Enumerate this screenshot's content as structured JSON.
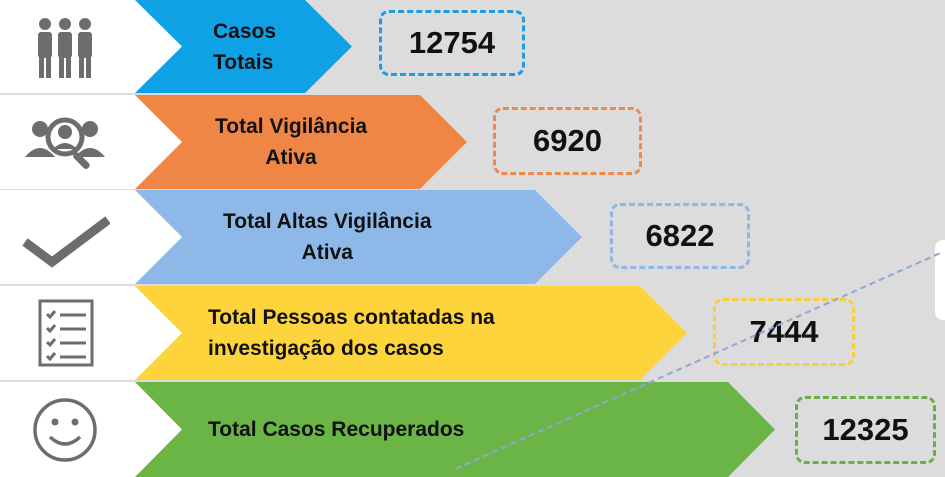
{
  "rows": [
    {
      "label_lines": [
        "Casos",
        "Totais"
      ],
      "value": "12754",
      "color": "#0ea1e6",
      "border": "#1f9be0",
      "icon": "people-group-icon"
    },
    {
      "label_lines": [
        "Total Vigilância",
        "Ativa"
      ],
      "value": "6920",
      "color": "#ef8646",
      "border": "#ec8a4c",
      "icon": "person-search-icon"
    },
    {
      "label_lines": [
        "Total Altas Vigilância",
        "Ativa"
      ],
      "value": "6822",
      "color": "#8db8e8",
      "border": "#8fb7e4",
      "icon": "checkmark-icon"
    },
    {
      "label_lines": [
        "Total Pessoas contatadas na",
        "investigação dos casos"
      ],
      "value": "7444",
      "color": "#fdd43c",
      "border": "#f8cf3a",
      "icon": "checklist-icon"
    },
    {
      "label_lines": [
        "Total Casos Recuperados",
        ""
      ],
      "value": "12325",
      "color": "#6bb446",
      "border": "#6aae47",
      "icon": "smiley-face-icon"
    }
  ]
}
